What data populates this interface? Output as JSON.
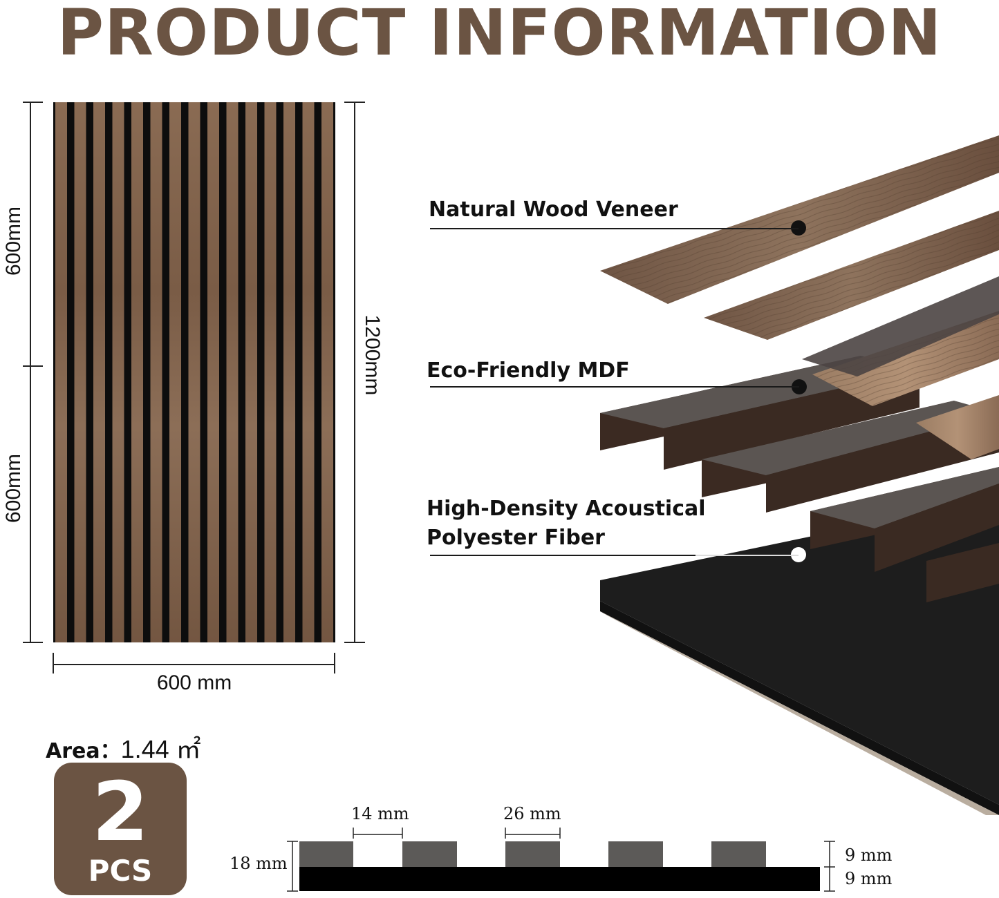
{
  "title": "PRODUCT  INFORMATION",
  "dimensions": {
    "left_upper": "600mm",
    "left_lower": "600mm",
    "right_total": "1200mm",
    "bottom_width": "600 mm"
  },
  "layers": {
    "veneer": "Natural Wood Veneer",
    "mdf": "Eco-Friendly MDF",
    "fiber_line1": "High-Density Acoustical",
    "fiber_line2": "Polyester Fiber"
  },
  "area": {
    "label": "Area：",
    "value": "1.44 ㎡"
  },
  "pack": {
    "count": "2",
    "unit": "PCS"
  },
  "profile": {
    "gap": "14 mm",
    "slat_width": "26 mm",
    "total_thickness": "18 mm",
    "slat_thickness": "9 mm",
    "felt_thickness": "9 mm"
  },
  "colors": {
    "brand_brown": "#6b5443",
    "wood_light": "#8a6a52",
    "wood_dark": "#5f4634",
    "slot_black": "#0d0d0d",
    "mdf_top": "#5b5552",
    "mdf_side": "#3a2a22",
    "felt": "#1c1c1c",
    "profile_slat": "#5c5a58"
  }
}
